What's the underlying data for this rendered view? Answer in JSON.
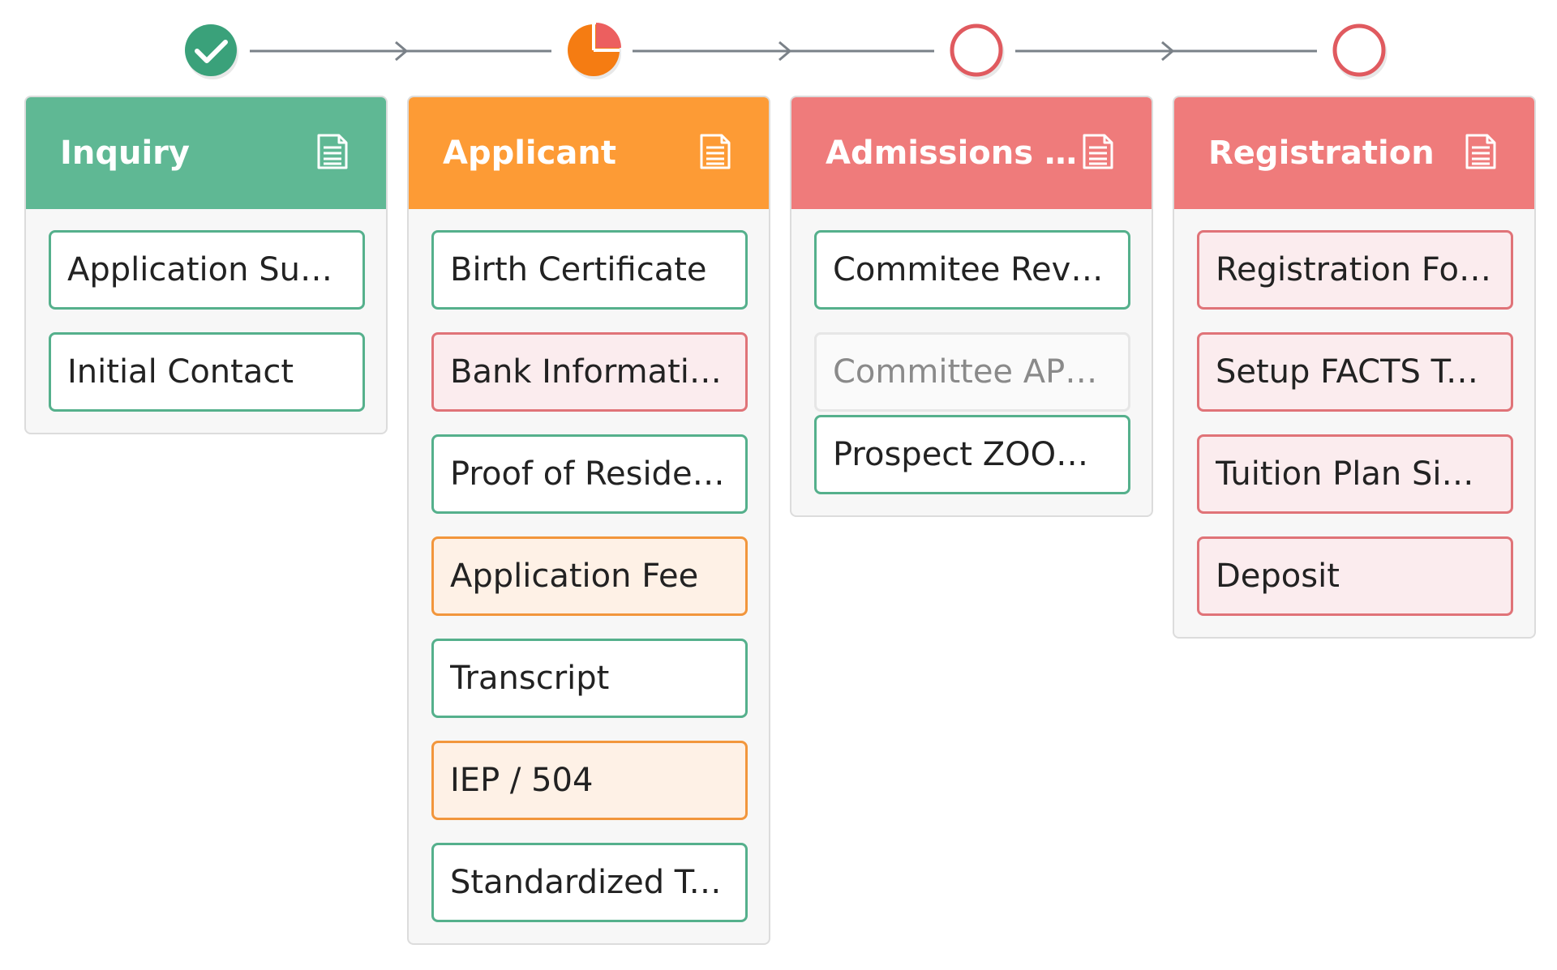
{
  "colors": {
    "green": "#5fb894",
    "orange": "#fd9b35",
    "red": "#ef7b7b",
    "connector": "#7a8188"
  },
  "stepper": {
    "steps": [
      {
        "status": "complete",
        "icon": "check-circle-icon"
      },
      {
        "status": "in-progress",
        "icon": "pie-progress-icon",
        "progress": 0.25
      },
      {
        "status": "not-started",
        "icon": "empty-circle-icon"
      },
      {
        "status": "not-started",
        "icon": "empty-circle-icon"
      }
    ]
  },
  "columns": [
    {
      "title": "Inquiry",
      "header_color": "green",
      "icon": "document-icon",
      "items": [
        {
          "label": "Application Submission",
          "style": "green"
        },
        {
          "label": "Initial Contact",
          "style": "green"
        }
      ]
    },
    {
      "title": "Applicant",
      "header_color": "orange",
      "icon": "document-icon",
      "items": [
        {
          "label": "Birth Certificate",
          "style": "green"
        },
        {
          "label": "Bank Information",
          "style": "red"
        },
        {
          "label": "Proof of Residency",
          "style": "green"
        },
        {
          "label": "Application Fee",
          "style": "orange"
        },
        {
          "label": "Transcript",
          "style": "green"
        },
        {
          "label": "IEP / 504",
          "style": "orange"
        },
        {
          "label": "Standardized Testing",
          "style": "green"
        }
      ]
    },
    {
      "title": "Admissions Committee",
      "header_color": "red",
      "icon": "document-icon",
      "items": [
        {
          "label": "Commitee Review",
          "style": "green"
        },
        {
          "label": "Committee APPROVAL",
          "style": "muted"
        },
        {
          "label": "Prospect ZOOM Interview",
          "style": "green"
        }
      ]
    },
    {
      "title": "Registration",
      "header_color": "red",
      "icon": "document-icon",
      "items": [
        {
          "label": "Registration Form",
          "style": "red"
        },
        {
          "label": "Setup FACTS Tuition",
          "style": "red"
        },
        {
          "label": "Tuition Plan Signup",
          "style": "red"
        },
        {
          "label": "Deposit",
          "style": "red"
        }
      ]
    }
  ]
}
